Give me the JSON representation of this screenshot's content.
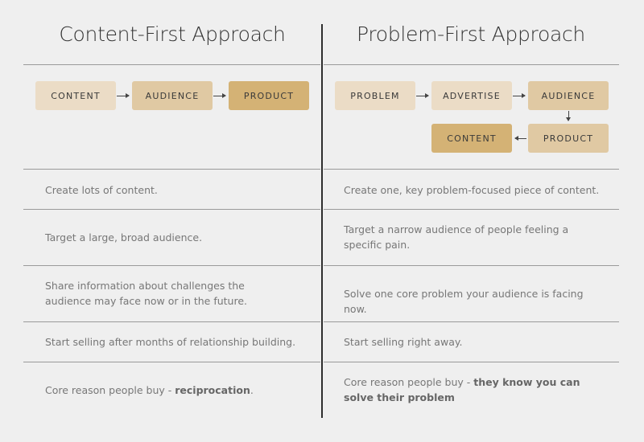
{
  "headers": {
    "left": "Content-First Approach",
    "right": "Problem-First Approach"
  },
  "flow_left": [
    "CONTENT",
    "AUDIENCE",
    "PRODUCT"
  ],
  "flow_right": {
    "row1": [
      "PROBLEM",
      "ADVERTISE",
      "AUDIENCE"
    ],
    "row2": [
      "CONTENT",
      "PRODUCT"
    ]
  },
  "rows": [
    {
      "left": "Create lots of content.",
      "right": "Create one, key problem-focused piece of content."
    },
    {
      "left": "Target a large, broad audience.",
      "right": "Target a narrow audience of people feeling a specific pain."
    },
    {
      "left": "Share information about challenges the audience may face now or in the future.",
      "right": "Solve one core problem your audience is facing now."
    },
    {
      "left": "Start selling after months of relationship building.",
      "right": "Start selling right away."
    },
    {
      "left_prefix": "Core reason people buy - ",
      "left_bold": "reciprocation",
      "left_suffix": ".",
      "right_prefix": "Core reason people buy - ",
      "right_bold": "they know you can solve their problem"
    }
  ],
  "colors": {
    "light": "#ebdcc6",
    "medium": "#e0c9a3",
    "dark": "#d4b275"
  }
}
